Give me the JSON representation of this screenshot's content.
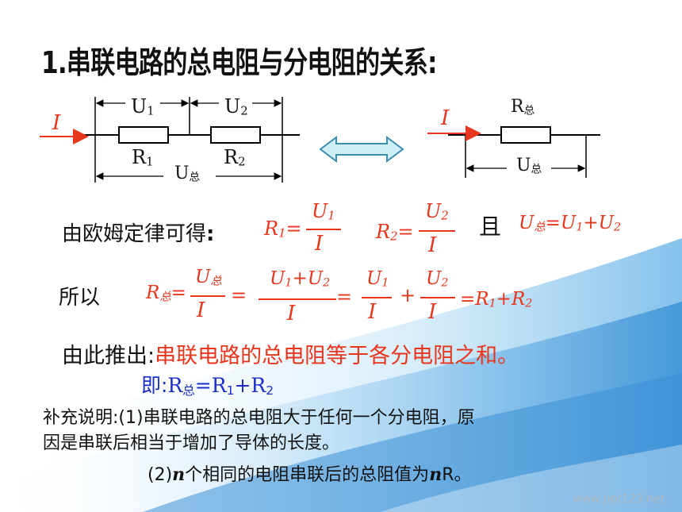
{
  "title": "1.串联电路的总电阻与分电阻的关系:",
  "circuit_left": {
    "current": "I",
    "u1": "U",
    "u1_sub": "1",
    "u2": "U",
    "u2_sub": "2",
    "r1": "R",
    "r1_sub": "1",
    "r2": "R",
    "r2_sub": "2",
    "total": "U",
    "total_sub": "总"
  },
  "circuit_right": {
    "current": "I",
    "r_total": "R",
    "r_total_sub": "总",
    "u_total": "U",
    "u_total_sub": "总"
  },
  "line1": {
    "prefix": "由欧姆定律可得",
    "colon": ":",
    "r1_lhs": "R",
    "r1_lhs_sub": "1",
    "eq": "=",
    "r1_num": "U",
    "r1_num_sub": "1",
    "r1_den": "I",
    "r2_lhs": "R",
    "r2_lhs_sub": "2",
    "r2_num": "U",
    "r2_num_sub": "2",
    "r2_den": "I",
    "and": "且",
    "sum_u": "U",
    "sum_u_sub": "总",
    "sum_rest_1": "=U",
    "sum_rest_1_sub": "1",
    "sum_rest_2": "+U",
    "sum_rest_2_sub": "2"
  },
  "line2": {
    "prefix": "所以",
    "lhs": "R",
    "lhs_sub": "总",
    "eq1": "=",
    "f1_num": "U",
    "f1_num_sub": "总",
    "f1_den": "I",
    "eq2": "=",
    "f2_num_a": "U",
    "f2_num_a_sub": "1",
    "f2_num_b": "+U",
    "f2_num_b_sub": "2",
    "f2_den": "I",
    "eq3": "=",
    "f3_num": "U",
    "f3_num_sub": "1",
    "f3_den": "I",
    "plus": "+",
    "f4_num": "U",
    "f4_num_sub": "2",
    "f4_den": "I",
    "res_a": "=R",
    "res_a_sub": "1",
    "res_b": "+R",
    "res_b_sub": "2"
  },
  "conclusion": {
    "prefix": "由此推出:",
    "text": "串联电路的总电阻等于各分电阻之和。"
  },
  "formula": {
    "prefix": "即:",
    "a": "R",
    "a_sub": "总",
    "b": "=R",
    "b_sub": "1",
    "c": "+R",
    "c_sub": "2"
  },
  "note": {
    "line1": "补充说明:(1)串联电路的总电阻大于任何一个分电阻，原",
    "line2": "因是串联后相当于增加了导体的长度。",
    "line3_a": "(2)",
    "line3_n": "n",
    "line3_b": "个相同的电阻串联后的总阻值为",
    "line3_n2": "n",
    "line3_c": "R。"
  },
  "watermark": "www.ppt123.net",
  "colors": {
    "accent_red": "#e8361c",
    "accent_blue": "#1a2ec8",
    "arrow_fill": "#cfeef6",
    "arrow_stroke": "#3a8fb0",
    "background_swoosh": "#5aa8e0"
  }
}
